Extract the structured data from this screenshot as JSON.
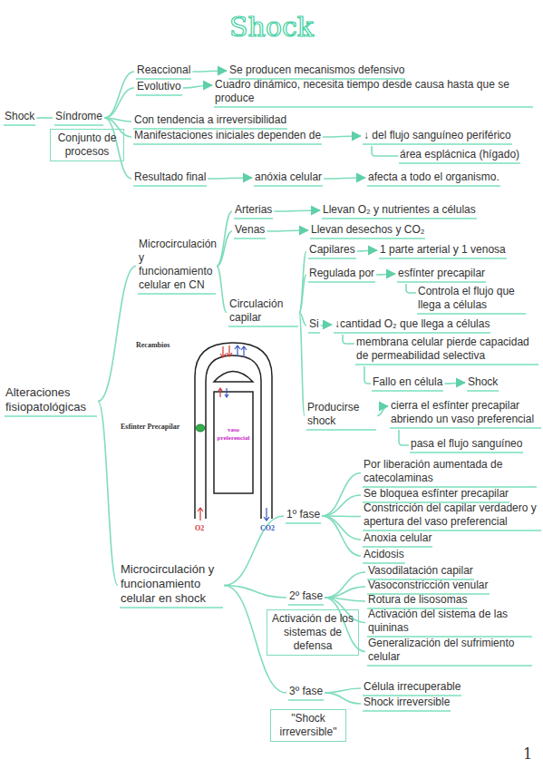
{
  "diagram": {
    "title": "Shock",
    "nodes": [
      {
        "text": [
          "Shock"
        ]
      },
      {
        "text": [
          "Síndrome"
        ]
      },
      {
        "text": [
          "Conjunto de procesos"
        ]
      },
      {
        "text": [
          "Reaccional"
        ]
      },
      {
        "text": [
          "Se producen mecanismos defensivo"
        ]
      },
      {
        "text": [
          "Evolutivo"
        ]
      },
      {
        "text": [
          "Cuadro dinámico, necesita tiempo desde causa hasta que se produce"
        ]
      },
      {
        "text": [
          "Con tendencia a irreversibilidad"
        ]
      },
      {
        "text": [
          "Manifestaciones iniciales dependen de"
        ]
      },
      {
        "text": [
          "↓ del flujo sanguíneo periférico"
        ]
      },
      {
        "text": [
          "área esplácnica (hígado)"
        ]
      },
      {
        "text": [
          "Resultado final"
        ]
      },
      {
        "text": [
          "anóxia celular"
        ]
      },
      {
        "text": [
          "afecta a todo el organismo."
        ]
      },
      {
        "text": [
          "Alteraciones fisiopatológicas"
        ]
      },
      {
        "text": [
          "Microcirculación y funcionamiento celular en CN"
        ]
      },
      {
        "text": [
          "Arterias"
        ]
      },
      {
        "text": [
          "Llevan O₂ y nutrientes a células"
        ]
      },
      {
        "text": [
          "Venas"
        ]
      },
      {
        "text": [
          "Llevan desechos y CO₂"
        ]
      },
      {
        "text": [
          "Circulación capilar"
        ]
      },
      {
        "text": [
          "Capilares"
        ]
      },
      {
        "text": [
          "1 parte arterial y 1 venosa"
        ]
      },
      {
        "text": [
          "Regulada por"
        ]
      },
      {
        "text": [
          "esfínter precapilar"
        ]
      },
      {
        "text": [
          "Controla el flujo que llega a células"
        ]
      },
      {
        "text": [
          "Si"
        ]
      },
      {
        "text": [
          "↓cantidad O₂ que llega a células"
        ]
      },
      {
        "text": [
          "membrana celular pierde capacidad de permeabilidad selectiva"
        ]
      },
      {
        "text": [
          "Fallo en célula"
        ]
      },
      {
        "text": [
          "Shock"
        ]
      },
      {
        "text": [
          "Producirse shock"
        ]
      },
      {
        "text": [
          "cierra el esfínter precapilar abriendo un vaso preferencial"
        ]
      },
      {
        "text": [
          "pasa el flujo sanguíneo"
        ]
      },
      {
        "text": [
          "Microcirculación y funcionamiento celular en shock"
        ]
      },
      {
        "text": [
          "1º fase"
        ]
      },
      {
        "text": [
          "Por liberación aumentada de catecolaminas"
        ]
      },
      {
        "text": [
          "Se bloquea esfínter precapilar"
        ]
      },
      {
        "text": [
          "Constricción del capilar verdadero y apertura del vaso preferencial"
        ]
      },
      {
        "text": [
          "Anoxia celular"
        ]
      },
      {
        "text": [
          "Acidosis"
        ]
      },
      {
        "text": [
          "2º fase"
        ]
      },
      {
        "text": [
          "Activación de los sistemas de defensa"
        ]
      },
      {
        "text": [
          "Vasodilatación capilar"
        ]
      },
      {
        "text": [
          "Vasoconstricción venular"
        ]
      },
      {
        "text": [
          "Rotura de lisosomas"
        ]
      },
      {
        "text": [
          "Activación del sistema de las quininas"
        ]
      },
      {
        "text": [
          "Generalización del sufrimiento celular"
        ]
      },
      {
        "text": [
          "3º fase"
        ]
      },
      {
        "text": [
          "\"Shock irreversible\""
        ]
      },
      {
        "text": [
          "Célula irrecuperable"
        ]
      },
      {
        "text": [
          "Shock irreversible"
        ]
      }
    ],
    "edges": [
      {
        "from": 0,
        "to": 1,
        "arrow": "none"
      },
      {
        "from": 1,
        "to": 3,
        "arrow": "none"
      },
      {
        "from": 1,
        "to": 5,
        "arrow": "none"
      },
      {
        "from": 1,
        "to": 7,
        "arrow": "none"
      },
      {
        "from": 1,
        "to": 8,
        "arrow": "none"
      },
      {
        "from": 1,
        "to": 11,
        "arrow": "none"
      },
      {
        "from": 3,
        "to": 4,
        "arrow": "to"
      },
      {
        "from": 5,
        "to": 6,
        "arrow": "to"
      },
      {
        "from": 8,
        "to": 9,
        "arrow": "to"
      },
      {
        "from": 9,
        "to": 10,
        "arrow": "none"
      },
      {
        "from": 11,
        "to": 12,
        "arrow": "to"
      },
      {
        "from": 12,
        "to": 13,
        "arrow": "to"
      },
      {
        "from": 14,
        "to": 15,
        "arrow": "none"
      },
      {
        "from": 14,
        "to": 34,
        "arrow": "none"
      },
      {
        "from": 15,
        "to": 16,
        "arrow": "none"
      },
      {
        "from": 15,
        "to": 18,
        "arrow": "none"
      },
      {
        "from": 15,
        "to": 20,
        "arrow": "none"
      },
      {
        "from": 16,
        "to": 17,
        "arrow": "to"
      },
      {
        "from": 18,
        "to": 19,
        "arrow": "to"
      },
      {
        "from": 20,
        "to": 21,
        "arrow": "none"
      },
      {
        "from": 20,
        "to": 23,
        "arrow": "none"
      },
      {
        "from": 20,
        "to": 26,
        "arrow": "none"
      },
      {
        "from": 20,
        "to": 31,
        "arrow": "none"
      },
      {
        "from": 21,
        "to": 22,
        "arrow": "to"
      },
      {
        "from": 23,
        "to": 24,
        "arrow": "to"
      },
      {
        "from": 24,
        "to": 25,
        "arrow": "none"
      },
      {
        "from": 26,
        "to": 27,
        "arrow": "to"
      },
      {
        "from": 27,
        "to": 28,
        "arrow": "none"
      },
      {
        "from": 28,
        "to": 29,
        "arrow": "none"
      },
      {
        "from": 29,
        "to": 30,
        "arrow": "to"
      },
      {
        "from": 31,
        "to": 32,
        "arrow": "to"
      },
      {
        "from": 32,
        "to": 33,
        "arrow": "none"
      },
      {
        "from": 34,
        "to": 35,
        "arrow": "none"
      },
      {
        "from": 34,
        "to": 41,
        "arrow": "none"
      },
      {
        "from": 34,
        "to": 48,
        "arrow": "none"
      },
      {
        "from": 35,
        "to": 36,
        "arrow": "none"
      },
      {
        "from": 35,
        "to": 37,
        "arrow": "none"
      },
      {
        "from": 35,
        "to": 38,
        "arrow": "none"
      },
      {
        "from": 35,
        "to": 39,
        "arrow": "none"
      },
      {
        "from": 35,
        "to": 40,
        "arrow": "none"
      },
      {
        "from": 41,
        "to": 43,
        "arrow": "none"
      },
      {
        "from": 41,
        "to": 44,
        "arrow": "none"
      },
      {
        "from": 41,
        "to": 45,
        "arrow": "none"
      },
      {
        "from": 41,
        "to": 46,
        "arrow": "none"
      },
      {
        "from": 41,
        "to": 47,
        "arrow": "none"
      },
      {
        "from": 48,
        "to": 50,
        "arrow": "none"
      },
      {
        "from": 48,
        "to": 51,
        "arrow": "none"
      }
    ],
    "labels": [
      "Recambios",
      "Esfínter Precapilar",
      "vaso preferencial",
      "O2",
      "CO2",
      "1"
    ]
  }
}
